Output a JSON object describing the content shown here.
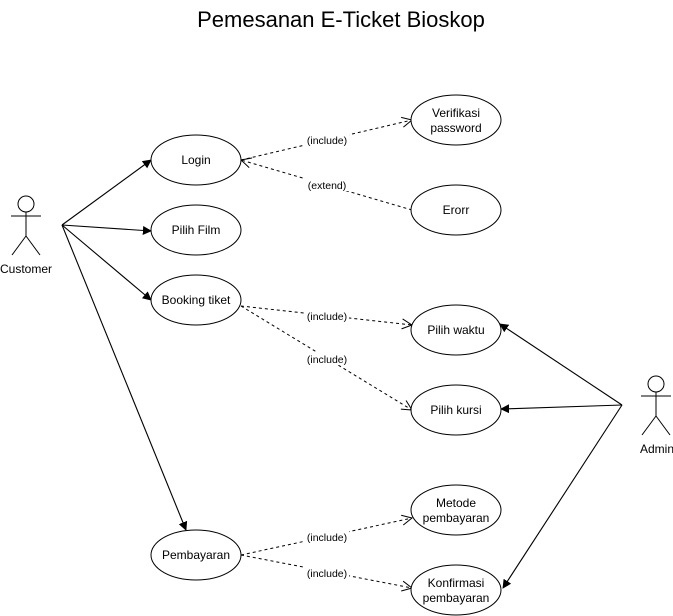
{
  "title": "Pemesanan E-Ticket Bioskop",
  "actors": {
    "customer": "Customer",
    "admin": "Admin"
  },
  "use_cases": {
    "login": [
      "Login"
    ],
    "pilih_film": [
      "Pilih Film"
    ],
    "booking_tiket": [
      "Booking tiket"
    ],
    "pembayaran": [
      "Pembayaran"
    ],
    "verifikasi_password": [
      "Verifikasi",
      "password"
    ],
    "erorr": [
      "Erorr"
    ],
    "pilih_waktu": [
      "Pilih waktu"
    ],
    "pilih_kursi": [
      "Pilih kursi"
    ],
    "metode_pembayaran": [
      "Metode",
      "pembayaran"
    ],
    "konfirmasi_pembayaran": [
      "Konfirmasi",
      "pembayaran"
    ]
  },
  "relations": {
    "login_verifikasi": "(include)",
    "erorr_login": "(extend)",
    "booking_waktu": "(include)",
    "booking_kursi": "(include)",
    "pembayaran_metode": "(include)",
    "pembayaran_konfirmasi": "(include)"
  }
}
